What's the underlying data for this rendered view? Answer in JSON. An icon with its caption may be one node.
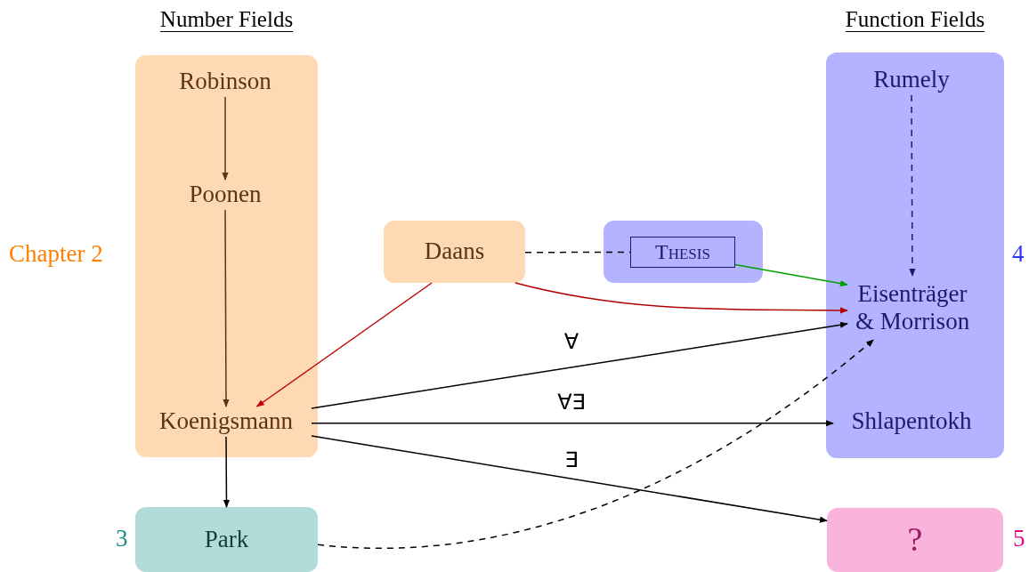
{
  "diagram": {
    "nodes": [
      {
        "text": [
          "Number Fields"
        ],
        "beside": [
          "Chapter 2"
        ]
      },
      {
        "text": [
          "Robinson"
        ],
        "in": 0
      },
      {
        "text": [
          "Poonen"
        ],
        "in": 0
      },
      {
        "text": [
          "Koenigsmann"
        ],
        "in": 0
      },
      {
        "text": [
          "Daans"
        ]
      },
      {
        "text": [],
        "shape": "box"
      },
      {
        "text": [
          "Thesis"
        ],
        "in": 5
      },
      {
        "text": [
          "Function Fields"
        ],
        "beside": [
          "4"
        ]
      },
      {
        "text": [
          "Rumely"
        ],
        "in": 7
      },
      {
        "text": [
          "Eisenträger & Morrison"
        ],
        "in": 7
      },
      {
        "text": [
          "Shlapentokh"
        ],
        "in": 7
      },
      {
        "text": [
          "Park"
        ],
        "beside": [
          "3"
        ]
      },
      {
        "text": [
          "?"
        ],
        "beside": [
          "5"
        ]
      }
    ],
    "edges": [
      {
        "from": 1,
        "to": 2,
        "arrow": "to",
        "color": "#5c3317"
      },
      {
        "from": 2,
        "to": 3,
        "arrow": "to",
        "color": "#5c3317"
      },
      {
        "from": 3,
        "to": 11,
        "arrow": "to"
      },
      {
        "from": 8,
        "to": 9,
        "arrow": "to",
        "style": "dashed",
        "color": "#1a1a6e"
      },
      {
        "from": 4,
        "to": 6,
        "arrow": "none",
        "style": "dashed"
      },
      {
        "from": 6,
        "to": 9,
        "arrow": "to",
        "color": "#00a000"
      },
      {
        "from": 4,
        "to": 9,
        "arrow": "to",
        "color": "#b00000"
      },
      {
        "from": 4,
        "to": 3,
        "arrow": "to",
        "color": "#c00000"
      },
      {
        "from": 3,
        "to": 9,
        "arrow": "to",
        "label": "∀"
      },
      {
        "from": 3,
        "to": 10,
        "arrow": "to",
        "label": "∀∃"
      },
      {
        "from": 3,
        "to": 12,
        "arrow": "to",
        "label": "∃"
      },
      {
        "from": 11,
        "to": 9,
        "arrow": "to",
        "style": "dashed"
      }
    ]
  }
}
